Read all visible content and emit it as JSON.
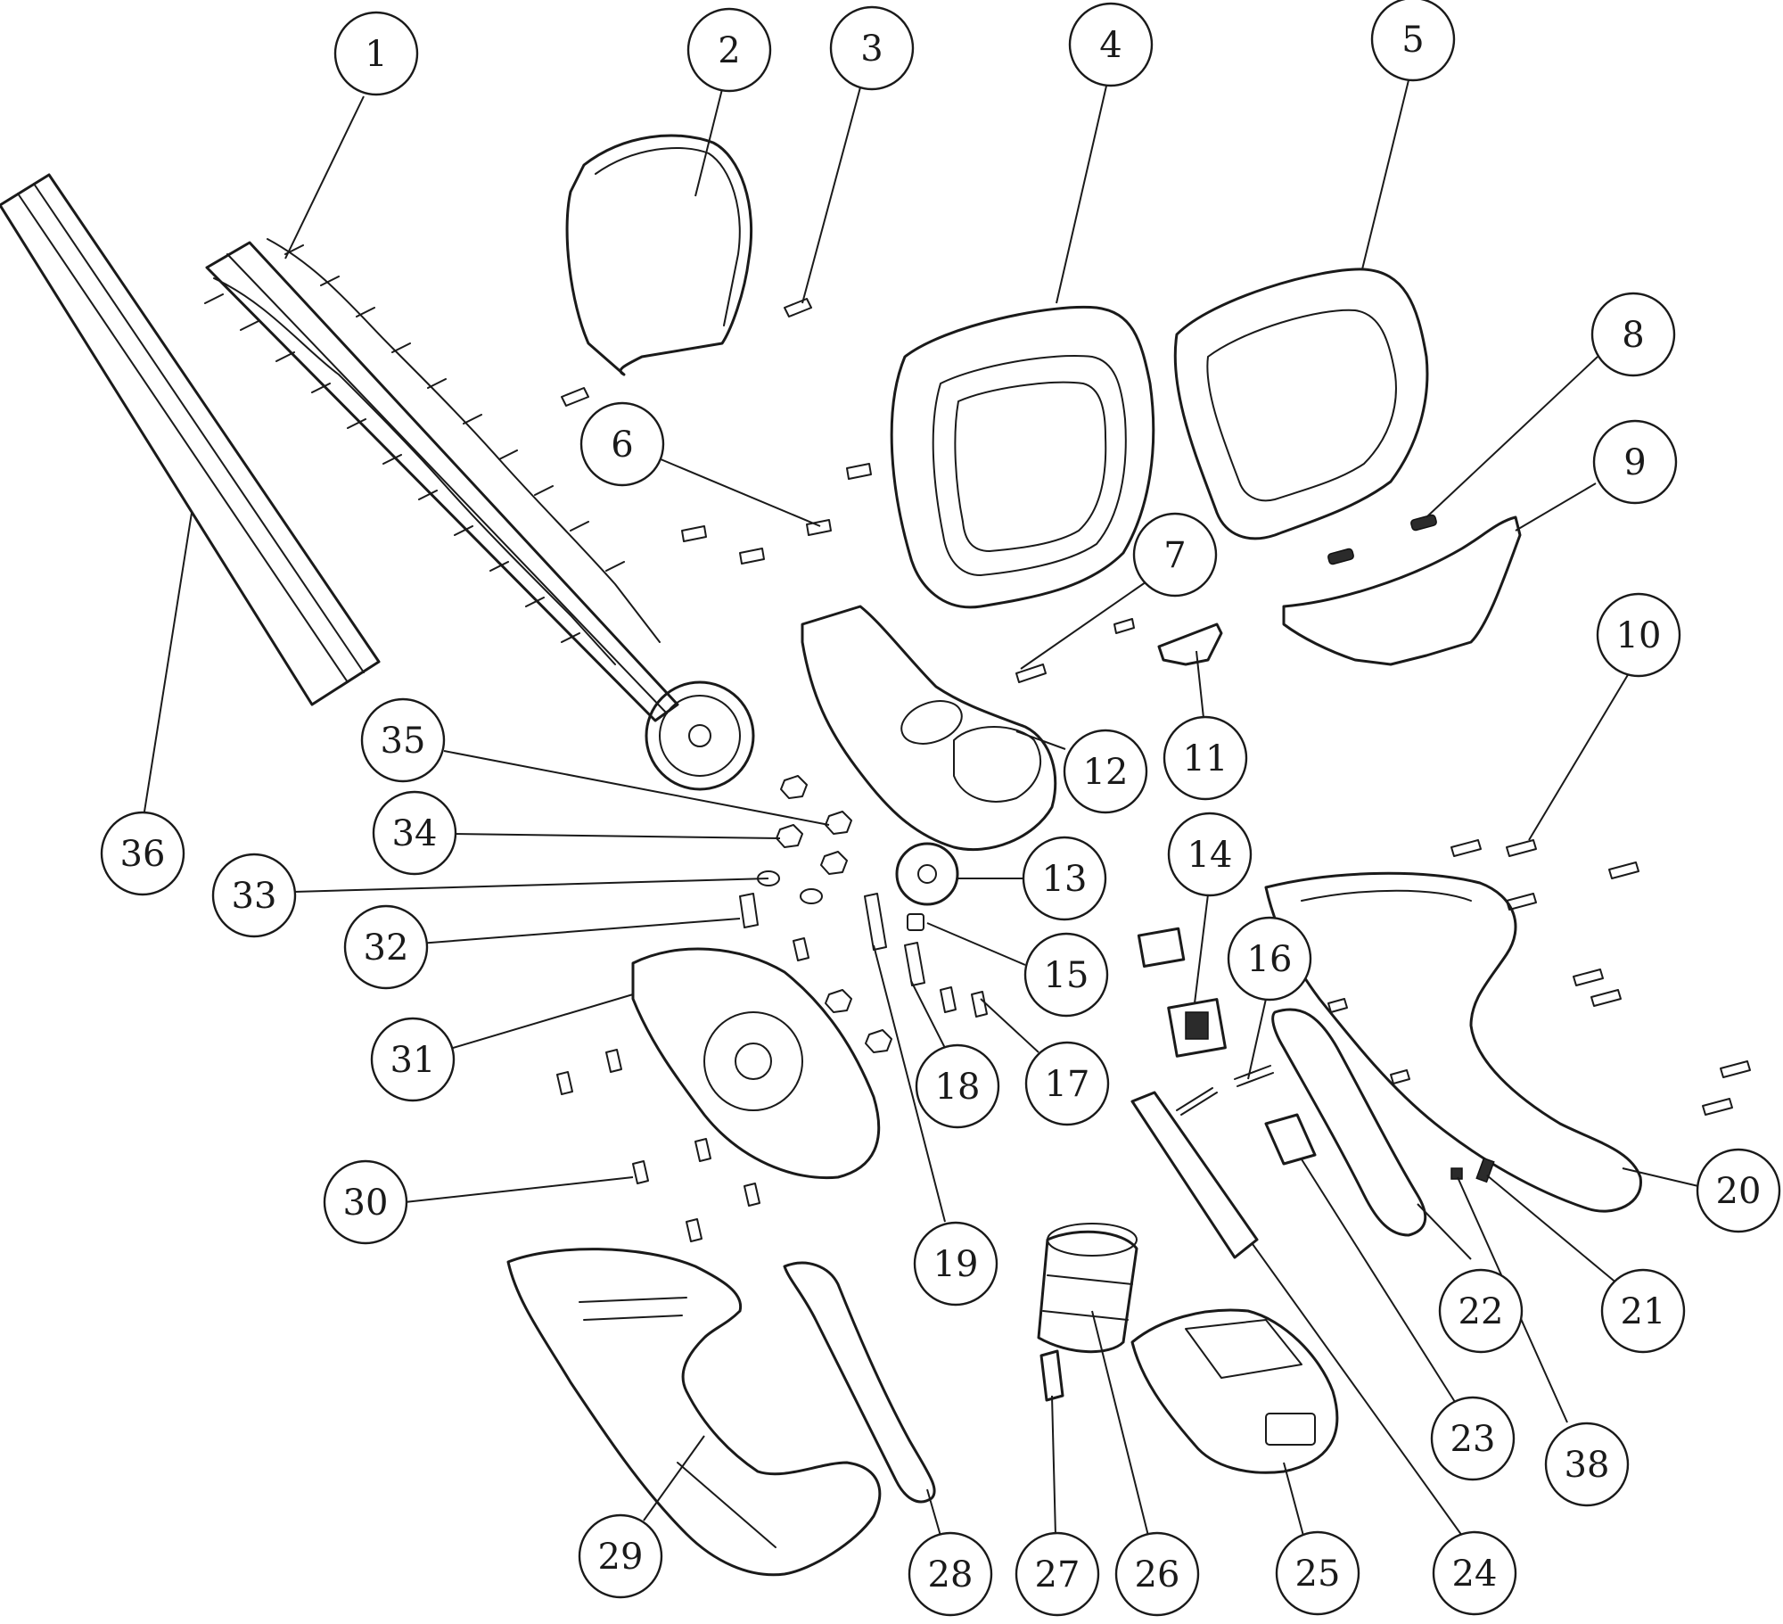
{
  "callouts": [
    {
      "label": "1"
    },
    {
      "label": "2"
    },
    {
      "label": "3"
    },
    {
      "label": "4"
    },
    {
      "label": "5"
    },
    {
      "label": "6"
    },
    {
      "label": "7"
    },
    {
      "label": "8"
    },
    {
      "label": "9"
    },
    {
      "label": "10"
    },
    {
      "label": "11"
    },
    {
      "label": "12"
    },
    {
      "label": "13"
    },
    {
      "label": "14"
    },
    {
      "label": "15"
    },
    {
      "label": "16"
    },
    {
      "label": "17"
    },
    {
      "label": "18"
    },
    {
      "label": "19"
    },
    {
      "label": "20"
    },
    {
      "label": "21"
    },
    {
      "label": "22"
    },
    {
      "label": "23"
    },
    {
      "label": "24"
    },
    {
      "label": "25"
    },
    {
      "label": "26"
    },
    {
      "label": "27"
    },
    {
      "label": "28"
    },
    {
      "label": "29"
    },
    {
      "label": "30"
    },
    {
      "label": "31"
    },
    {
      "label": "32"
    },
    {
      "label": "33"
    },
    {
      "label": "34"
    },
    {
      "label": "35"
    },
    {
      "label": "36"
    },
    {
      "label": "38"
    }
  ]
}
